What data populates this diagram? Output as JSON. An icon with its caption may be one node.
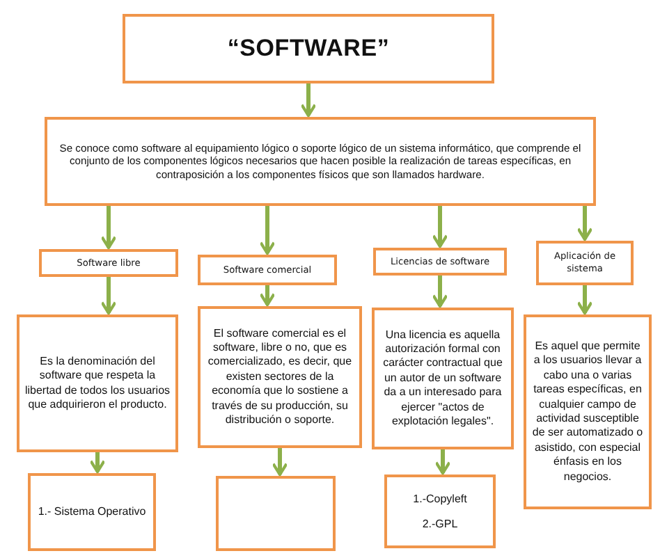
{
  "diagram": {
    "nodes": [
      {
        "text": [
          "“SOFTWARE”"
        ]
      },
      {
        "text": [
          "Se conoce como software al equipamiento lógico o soporte lógico de un sistema informático, que comprende el conjunto de los componentes lógicos necesarios que hacen posible la realización de tareas específicas, en contraposición a los componentes físicos que son llamados hardware."
        ]
      },
      {
        "text": [
          "Software libre"
        ]
      },
      {
        "text": [
          "Software comercial"
        ]
      },
      {
        "text": [
          "Licencias de software"
        ]
      },
      {
        "text": [
          "Aplicación de sistema"
        ]
      },
      {
        "text": [
          "Es la denominación del software que respeta la libertad de todos los usuarios que adquirieron el producto."
        ]
      },
      {
        "text": [
          "El software comercial es el software, libre o no, que es comercializado, es decir, que existen sectores de la economía que lo sostiene a través de su producción, su distribución o soporte."
        ]
      },
      {
        "text": [
          "Una licencia es aquella autorización formal con carácter contractual que un autor de un software da a un interesado para ejercer \"actos de explotación legales\"."
        ]
      },
      {
        "text": [
          "Es aquel que permite a los usuarios llevar a cabo una o varias tareas específicas, en cualquier campo de actividad susceptible de ser automatizado o asistido, con especial énfasis en los negocios."
        ]
      },
      {
        "text": [
          "1.- Sistema Operativo"
        ]
      },
      {
        "text": [],
        "shape": "box"
      },
      {
        "text": [
          "1.-Copyleft",
          "2.-GPL"
        ]
      }
    ],
    "edges": [
      {
        "from": 0,
        "to": 1,
        "arrow": "to"
      },
      {
        "from": 1,
        "to": 2,
        "arrow": "to"
      },
      {
        "from": 1,
        "to": 3,
        "arrow": "to"
      },
      {
        "from": 1,
        "to": 4,
        "arrow": "to"
      },
      {
        "from": 1,
        "to": 5,
        "arrow": "to"
      },
      {
        "from": 2,
        "to": 6,
        "arrow": "to"
      },
      {
        "from": 3,
        "to": 7,
        "arrow": "to"
      },
      {
        "from": 4,
        "to": 8,
        "arrow": "to"
      },
      {
        "from": 5,
        "to": 9,
        "arrow": "to"
      },
      {
        "from": 6,
        "to": 10,
        "arrow": "to"
      },
      {
        "from": 7,
        "to": 11,
        "arrow": "to"
      },
      {
        "from": 8,
        "to": 12,
        "arrow": "to"
      }
    ]
  }
}
